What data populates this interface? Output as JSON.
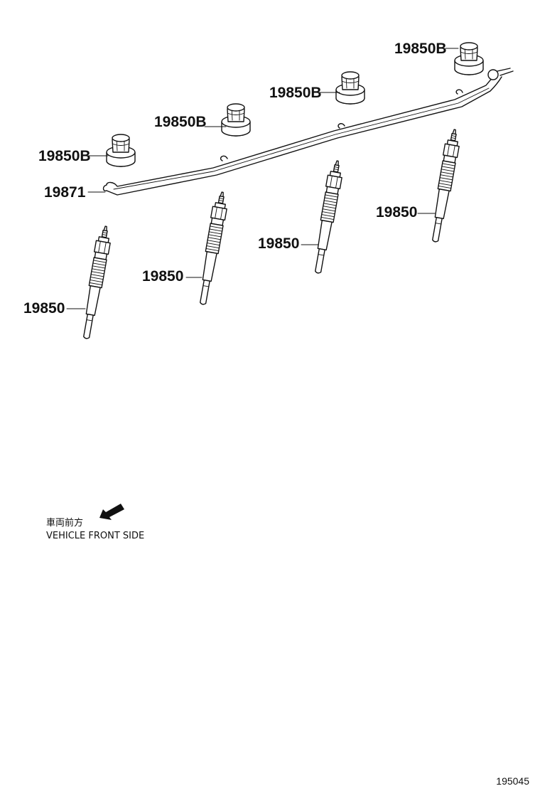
{
  "diagram": {
    "callouts": {
      "nut_1": "19850B",
      "nut_2": "19850B",
      "nut_3": "19850B",
      "nut_4": "19850B",
      "plug_1": "19850",
      "plug_2": "19850",
      "plug_3": "19850",
      "plug_4": "19850",
      "connector": "19871"
    },
    "orientation": {
      "japanese_label": "車両前方",
      "english_label": "VEHICLE FRONT SIDE"
    },
    "reference_number": "195045"
  }
}
